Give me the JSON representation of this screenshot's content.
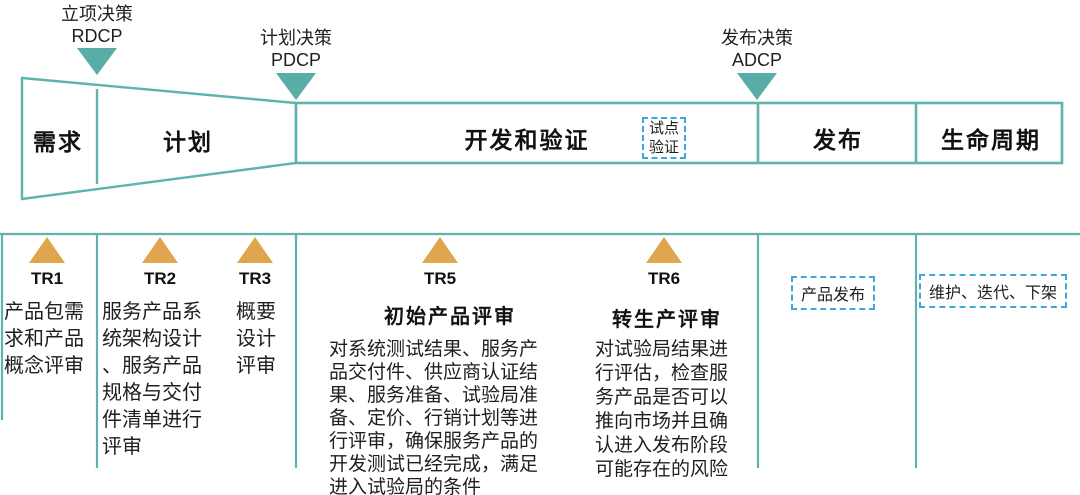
{
  "colors": {
    "teal_line": "#5EB3AD",
    "teal_triangle": "#58ADA6",
    "orange_triangle": "#DFA64D",
    "dashed_blue": "#3FA7DB",
    "text": "#1F1F1F"
  },
  "decisions": [
    {
      "name": "立项决策",
      "code": "RDCP"
    },
    {
      "name": "计划决策",
      "code": "PDCP"
    },
    {
      "name": "发布决策",
      "code": "ADCP"
    }
  ],
  "phases": {
    "requirement": "需求",
    "plan": "计划",
    "develop_verify": "开发和验证",
    "pilot": "试点\n验证",
    "release": "发布",
    "lifecycle": "生命周期"
  },
  "reviews": [
    {
      "id": "TR1",
      "body": "产品包需\n求和产品\n概念评审"
    },
    {
      "id": "TR2",
      "body": "服务产品系\n统架构设计\n、服务产品\n规格与交付\n件清单进行\n评审"
    },
    {
      "id": "TR3",
      "body": "概要\n设计\n评审"
    },
    {
      "id": "TR5",
      "title": "初始产品评审",
      "body": "对系统测试结果、服务产\n品交付件、供应商认证结\n果、服务准备、试验局准\n备、定价、行销计划等进\n行评审，确保服务产品的\n开发测试已经完成，满足\n进入试验局的条件"
    },
    {
      "id": "TR6",
      "title": "转生产评审",
      "body": "对试验局结果进\n行评估，检查服\n务产品是否可以\n推向市场并且确\n认进入发布阶段\n可能存在的风险"
    }
  ],
  "outcomes": [
    {
      "label": "产品发布"
    },
    {
      "label": "维护、迭代、下架"
    }
  ]
}
